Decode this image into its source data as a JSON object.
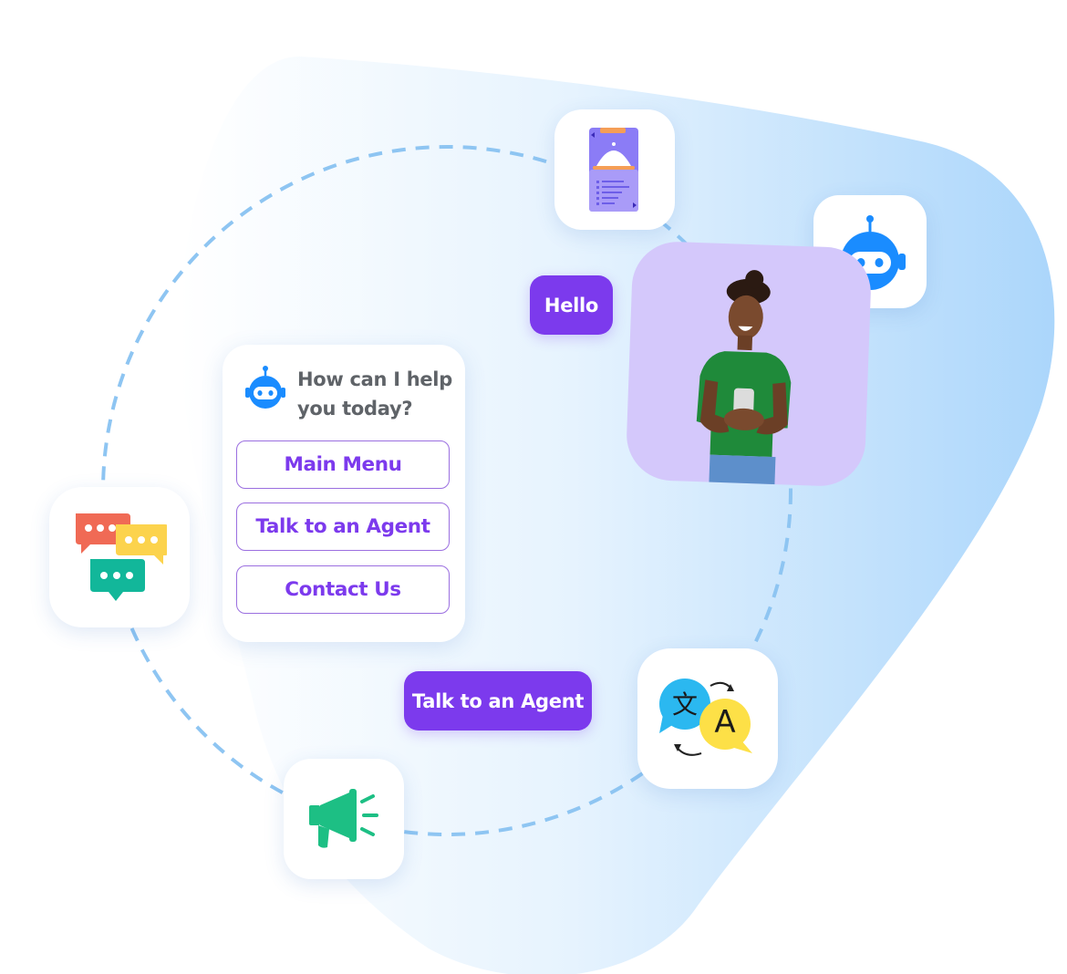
{
  "bubbles": {
    "hello": "Hello",
    "agent": "Talk to an Agent"
  },
  "chat_widget": {
    "question": "How can I help you today?",
    "options": [
      "Main Menu",
      "Talk to an Agent",
      "Contact Us"
    ]
  },
  "icons": {
    "menu_card": "restaurant-menu-icon",
    "bot_card": "chatbot-icon",
    "chat_card": "chat-bubbles-icon",
    "megaphone_card": "megaphone-icon",
    "translate_card": "translate-icon",
    "translate_glyph_a": "A"
  },
  "colors": {
    "accent_purple": "#7c3aed",
    "bot_blue": "#1a8cff",
    "photo_bg": "#d4c8fb",
    "megaphone_green": "#1dbf84",
    "dashed_ring": "#8ec5f2"
  }
}
